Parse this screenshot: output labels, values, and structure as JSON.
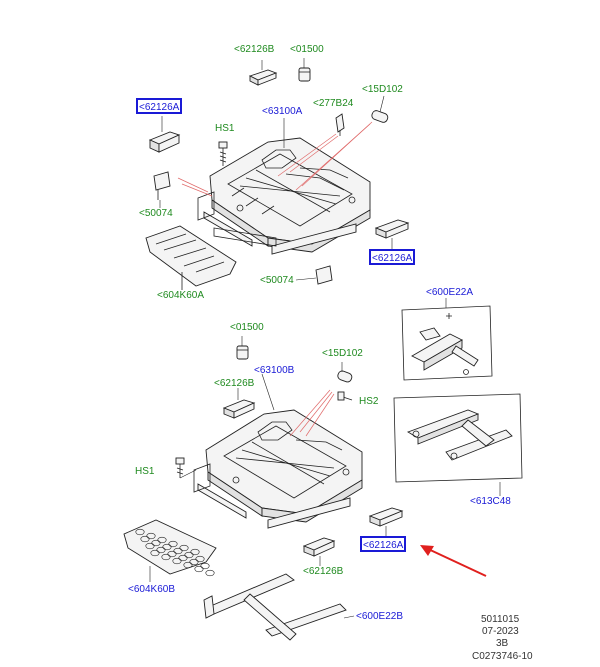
{
  "colors": {
    "green_label": "#1f8a1f",
    "blue_label": "#1a1ad6",
    "arrow": "#e0201e"
  },
  "labels": {
    "l62126b_top": "<62126B",
    "l01500_top": "<01500",
    "l62126a_tl": "<62126A",
    "l63100a": "<63100A",
    "l277b24": "<277B24",
    "l15d102_top": "<15D102",
    "lhs1_top": "HS1",
    "l50074_left": "<50074",
    "l62126a_r": "<62126A",
    "l50074_bot": "<50074",
    "l604k60a": "<604K60A",
    "l600e22a": "<600E22A",
    "l01500_mid": "<01500",
    "l15d102_mid": "<15D102",
    "l63100b": "<63100B",
    "l62126b_mid": "<62126B",
    "lhs2": "HS2",
    "lhs1_mid": "HS1",
    "l613c48": "<613C48",
    "l62126a_bot": "<62126A",
    "l62126b_bot": "<62126B",
    "l604k60b": "<604K60B",
    "l600e22b": "<600E22B"
  },
  "meta": {
    "line1": "5011015",
    "line2": "07-2023",
    "line3": "3B",
    "line4": "C0273746-10"
  },
  "highlighted": [
    "<62126A"
  ]
}
